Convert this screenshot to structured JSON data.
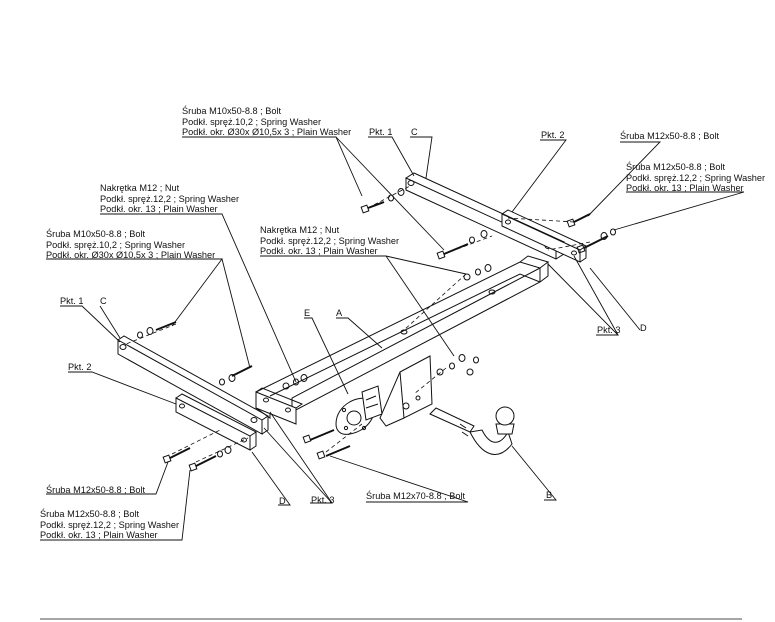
{
  "labels": {
    "bolt_m10_top": [
      "Śruba M10x50-8.8 ;  Bolt",
      "Podkł. spręż.10,2 ; Spring Washer",
      "Podkł. okr.  Ø30x Ø10,5x 3 ; Plain Washer"
    ],
    "nut_m12_left": [
      "Nakrętka  M12 ; Nut",
      "Podkł. spręż.12,2 ; Spring Washer",
      "Podkł. okr. 13 ; Plain Washer"
    ],
    "bolt_m10_left": [
      "Śruba M10x50-8.8 ;  Bolt",
      "Podkł. spręż.10,2 ; Spring Washer",
      "Podkł. okr.  Ø30x Ø10,5x 3 ; Plain Washer"
    ],
    "nut_m12_center": [
      "Nakrętka  M12 ; Nut",
      "Podkł. spręż.12,2 ; Spring Washer",
      "Podkł. okr. 13 ; Plain Washer"
    ],
    "bolt_m12_top_right": [
      "Śruba M12x50-8.8 ;  Bolt"
    ],
    "bolt_m12_right": [
      "Śruba M12x50-8.8 ;  Bolt",
      "Podkł. spręż.12,2 ; Spring Washer",
      "Podkł. okr. 13 ; Plain Washer"
    ],
    "bolt_m12_bottom_single": [
      "Śruba M12x50-8.8 ;  Bolt"
    ],
    "bolt_m12_bottom": [
      "Śruba M12x50-8.8 ;  Bolt",
      "Podkł. spręż.12,2 ; Spring Washer",
      "Podkł. okr. 13 ; Plain Washer"
    ],
    "bolt_m12x70": [
      "Śruba M12x70-8.8 ;  Bolt"
    ]
  },
  "tags": {
    "pkt1_right": "Pkt. 1",
    "c_right": "C",
    "pkt2_right": "Pkt. 2",
    "pkt3_right": "Pkt. 3",
    "d_right": "D",
    "pkt1_left": "Pkt. 1",
    "c_left": "C",
    "pkt2_left": "Pkt. 2",
    "e": "E",
    "a": "A",
    "pkt3_left": "Pkt. 3",
    "d_left": "D",
    "b": "B"
  }
}
